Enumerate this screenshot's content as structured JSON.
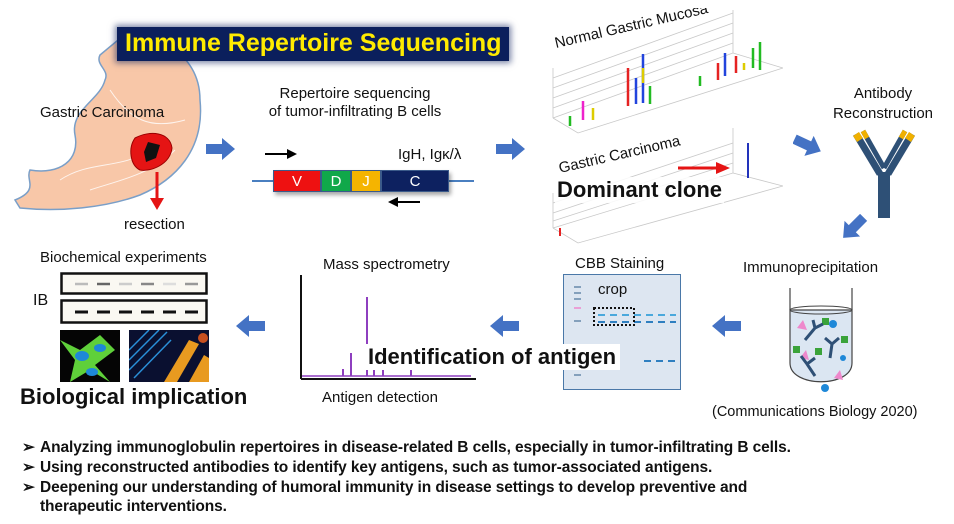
{
  "title": "Immune Repertoire Sequencing",
  "stomach": {
    "label": "Gastric Carcinoma",
    "resection": "resection"
  },
  "sequencing": {
    "line1": "Repertoire sequencing",
    "line2": "of tumor-infiltrating B cells",
    "chains": "IgH, Igκ/λ",
    "segments": [
      "V",
      "D",
      "J",
      "C"
    ],
    "segment_colors": [
      "#ee1111",
      "#10a84a",
      "#f5b400",
      "#0d2160"
    ]
  },
  "repertoire": {
    "normal_label": "Normal Gastric Mucosa",
    "carcinoma_label": "Gastric Carcinoma",
    "dominant": "Dominant clone"
  },
  "antibody": {
    "line1": "Antibody",
    "line2": "Reconstruction"
  },
  "ip": {
    "label": "Immunoprecipitation",
    "citation": "(Communications Biology 2020)"
  },
  "cbb": {
    "label": "CBB Staining",
    "crop": "crop"
  },
  "ms": {
    "label": "Mass spectrometry",
    "xlabel": "Antigen detection",
    "identification": "Identification of antigen"
  },
  "bio": {
    "label": "Biochemical experiments",
    "ib": "IB",
    "implication": "Biological implication"
  },
  "bullets": [
    "Analyzing immunoglobulin repertoires in disease-related B cells, especially in tumor-infiltrating B cells.",
    "Using reconstructed antibodies to identify key antigens, such as tumor-associated antigens.",
    "Deepening our understanding of humoral immunity in disease settings to develop preventive and",
    "therapeutic interventions."
  ],
  "bullet_marker": "➢",
  "colors": {
    "arrow_blue": "#4472c4",
    "banner_bg": "#0b1f5c",
    "banner_text": "#ffeb00",
    "ms_peak": "#8e3fbf",
    "antibody": "#2e5076",
    "antibody_tip": "#f0b000"
  }
}
